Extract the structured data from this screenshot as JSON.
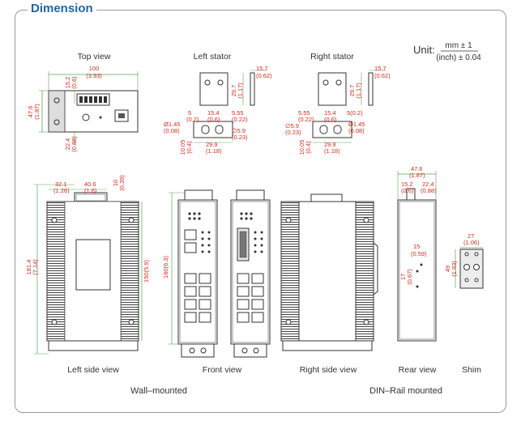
{
  "section_title": "Dimension",
  "unit": {
    "label": "Unit:",
    "numerator": "mm ± 1",
    "denominator": "(inch) ± 0.04"
  },
  "views": {
    "top": "Top view",
    "left_stator": "Left stator",
    "right_stator": "Right stator",
    "left_side": "Left side view",
    "front": "Front view",
    "right_side": "Right side view",
    "rear": "Rear view",
    "shim": "Shim"
  },
  "groups": {
    "wall": "Wall–mounted",
    "din": "DIN–Rail mounted"
  },
  "dims": {
    "top_w": "100",
    "top_w_in": "(3.93)",
    "top_h": "47.6",
    "top_h_in": "(1.87)",
    "top_a": "15.2",
    "top_a_in": "(0.6)",
    "top_b": "22.4",
    "top_b_in": "(0.88)",
    "ls_t": "15.7",
    "ls_t_in": "(0.62)",
    "ls_h": "29.7",
    "ls_h_in": "(1.17)",
    "ls_5": "5",
    "ls_5_in": "(0.2)",
    "ls_154": "15.4",
    "ls_154_in": "(0.6)",
    "ls_555": "5.55",
    "ls_555_in": "(0.22)",
    "ls_d1": "Ø1.45",
    "ls_d1_in": "(0.08)",
    "ls_d2": "∅5.9",
    "ls_d2_in": "(0.23)",
    "ls_w": "29.9",
    "ls_w_in": "(1.18)",
    "ls_v": "10.05",
    "ls_v_in": "(0.4)",
    "rs_t": "15.7",
    "rs_t_in": "(0.62)",
    "rs_h": "29.7",
    "rs_h_in": "(1.17)",
    "rs_555": "5.55",
    "rs_555_in": "(0.22)",
    "rs_154": "15.4",
    "rs_154_in": "(0.6)",
    "rs_5": "5(0.2)",
    "rs_d2": "∅5.9",
    "rs_d2_in": "(0.23)",
    "rs_d1": "Ø1.45",
    "rs_d1_in": "(0.08)",
    "rs_w": "29.9",
    "rs_w_in": "(1.18)",
    "rs_v": "10.05",
    "rs_v_in": "(0.4)",
    "lsv_321": "32.1",
    "lsv_321_in": "(1.26)",
    "lsv_406": "40.6",
    "lsv_406_in": "(1.6)",
    "lsv_10": "10",
    "lsv_10_in": "(0.39)",
    "lsv_h": "181.4",
    "lsv_h_in": "(7.14)",
    "lsv_150": "150(5.9)",
    "fv_160": "160(6.3)",
    "rv_476": "47.6",
    "rv_476_in": "(1.87)",
    "rv_152": "15.2",
    "rv_152_in": "(0.6)",
    "rv_224": "22.4",
    "rv_224_in": "(0.88)",
    "rv_15": "15",
    "rv_15_in": "(0.59)",
    "rv_17": "17",
    "rv_17_in": "(0.67)",
    "sh_27": "27",
    "sh_27_in": "(1.06)",
    "sh_49": "49",
    "sh_49_in": "(1.93)"
  }
}
